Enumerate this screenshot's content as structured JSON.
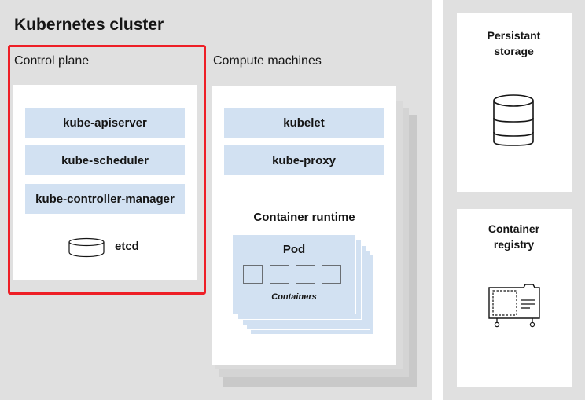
{
  "title": "Kubernetes cluster",
  "control_plane": {
    "title": "Control plane",
    "components": [
      "kube-apiserver",
      "kube-scheduler",
      "kube-controller-manager"
    ],
    "etcd_label": "etcd"
  },
  "compute": {
    "title": "Compute machines",
    "components": [
      "kubelet",
      "kube-proxy"
    ],
    "runtime_label": "Container runtime",
    "pod_label": "Pod",
    "containers_label": "Containers"
  },
  "storage": {
    "title_line1": "Persistant",
    "title_line2": "storage"
  },
  "registry": {
    "title_line1": "Container",
    "title_line2": "registry"
  },
  "colors": {
    "highlight": "#ee1f26",
    "component_fill": "#d2e1f2",
    "panel_gray": "#e0e0e0"
  }
}
